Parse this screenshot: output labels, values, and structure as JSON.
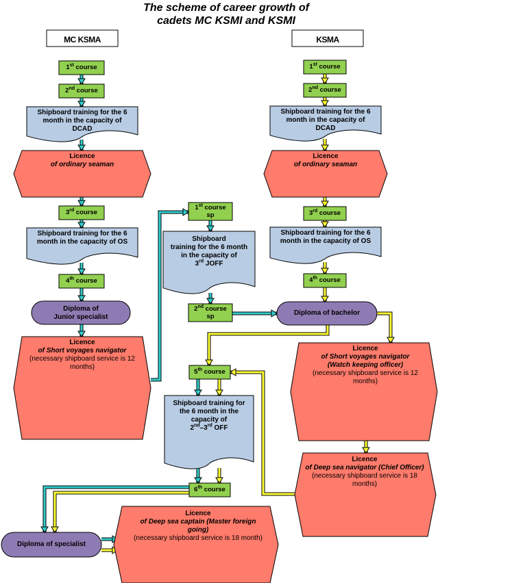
{
  "title_line1": "The scheme of career growth of",
  "title_line2": "cadets MC KSMI and KSMI",
  "headers": {
    "left": "MC KSMA",
    "right": "KSMA"
  },
  "course_base": "course",
  "course_sp": "course sp",
  "course_nums": {
    "first": "1",
    "first_sup": "st",
    "second": "2",
    "second_sup": "nd",
    "third": "3",
    "third_sup": "rd",
    "fourth": "4",
    "fourth_sup": "th",
    "fifth": "5",
    "fifth_sup": "th",
    "sixth": "6",
    "sixth_sup": "th"
  },
  "training": {
    "dcad_l1": "Shipboard training for the 6",
    "dcad_l2": "month in the capacity of",
    "dcad_l3": "DCAD",
    "os_l1": "Shipboard training for the 6",
    "os_l2": "month in the capacity of OS",
    "joff_l1": "Shipboard",
    "joff_l2": "training for the 6 month",
    "joff_l3": "in the capacity of",
    "joff_num": "3",
    "joff_sup": "rd",
    "joff_word": "JOFF",
    "off_l1": "Shipboard training for",
    "off_l2": "the 6 month in the",
    "off_l3": "capacity of",
    "off_a": "2",
    "off_a_sup": "nd",
    "off_dash": "–3",
    "off_b_sup": "rd",
    "off_word": "OFF"
  },
  "licences": {
    "word": "Licence",
    "ordinary": "of ordinary seaman",
    "short_nav": "of Short voyages navigator",
    "short_nav_r": "of  Short voyages navigator",
    "watch": "(Watch keeping officer)",
    "service12_l1": "(necessary shipboard service is 12",
    "service12_l2": "months)",
    "deep_nav": "of Deep sea navigator (Chief Officer)",
    "service18_l1": "(necessary shipboard service is 18",
    "service18_l2": "months)",
    "captain_l1": "of Deep sea captain (Master foreign",
    "captain_l2": "going)",
    "service18m": "(necessary shipboard service is 18 month)"
  },
  "diplomas": {
    "junior_l1": "Diploma of",
    "junior_l2": "Junior specialist",
    "bachelor": "Diploma of bachelor",
    "specialist": "Diploma of specialist"
  },
  "colors": {
    "course_fill": "#92d050",
    "doc_fill": "#b8cce4",
    "licence_fill": "#ff7b6b",
    "diploma_fill": "#8f7bb3",
    "arrow_cyan": "#33cccc",
    "arrow_yellow": "#ffff33"
  }
}
